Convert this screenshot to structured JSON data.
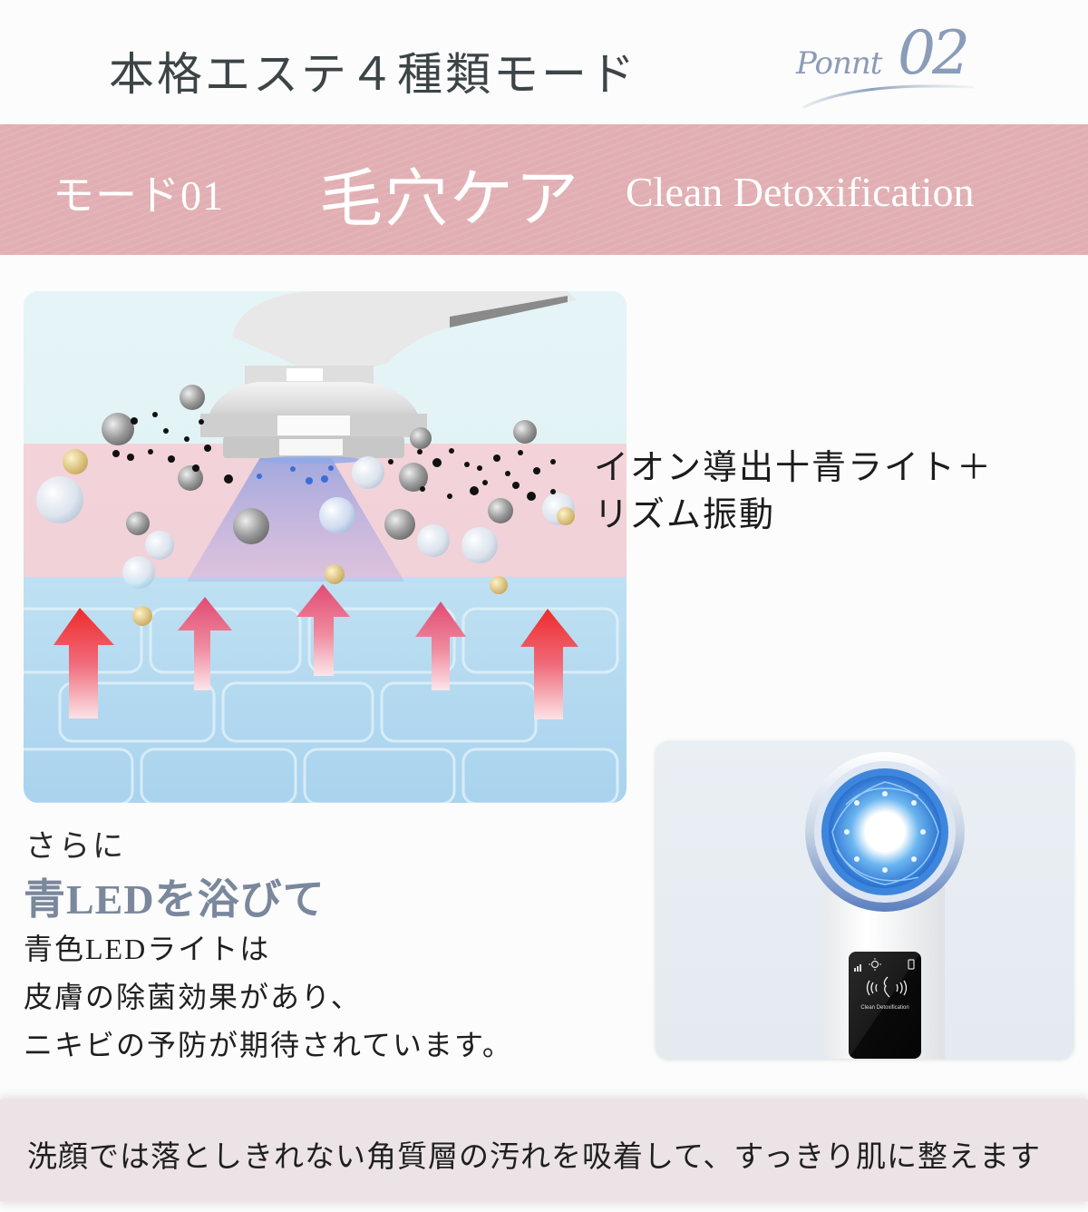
{
  "header": {
    "title": "本格エステ４種類モード",
    "point_word": "Ponnt",
    "point_number": "02"
  },
  "mode_band": {
    "mode_label": "モード01",
    "mode_title": "毛穴ケア",
    "mode_subtitle": "Clean Detoxification",
    "background_color": "#e1afb3"
  },
  "illustration": {
    "description": "Ion cleansing device head drawing impurities out of skin pores, with red upward arrows in the blue dermis layer"
  },
  "feature": {
    "line1": "イオン導出十青ライト＋",
    "line2": "リズム振動"
  },
  "blue_led": {
    "lead_small": "さらに",
    "lead_big": "青LEDを浴びて",
    "lines": [
      "青色LEDライトは",
      "皮膚の除菌効果があり、",
      "ニキビの予防が期待されています。"
    ],
    "accent_color": "#7a879c"
  },
  "device_photo": {
    "screen_label": "Clean Detoxification",
    "icons": [
      "signal-bars-icon",
      "sun-icon",
      "battery-icon",
      "face-vibration-icon"
    ]
  },
  "footer": {
    "text": "洗顔では落としきれない角質層の汚れを吸着して、すっきり肌に整えます"
  }
}
